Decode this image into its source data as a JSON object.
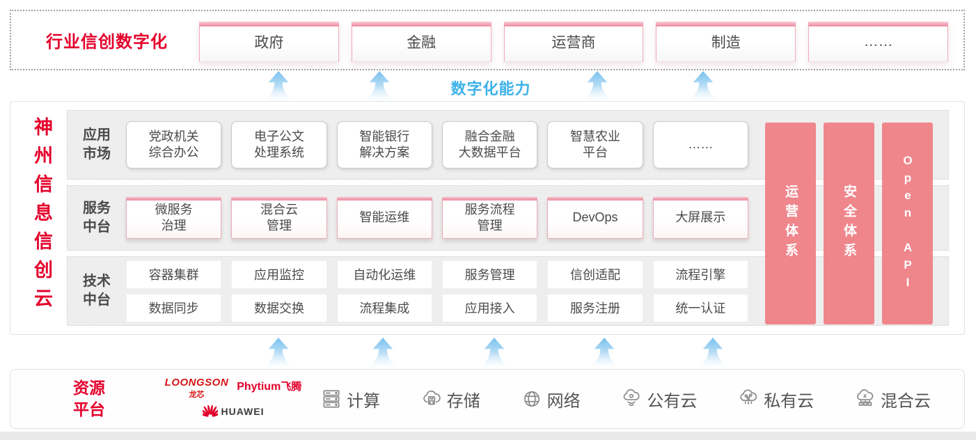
{
  "colors": {
    "brand_red": "#e4002b",
    "pillar_pink": "#ef868c",
    "capability_blue": "#3db2e8",
    "row_gray": "#eeeeee"
  },
  "top_band": {
    "label": "行业信创数字化",
    "industries": [
      "政府",
      "金融",
      "运营商",
      "制造",
      "……"
    ]
  },
  "capability": {
    "label": "数字化能力"
  },
  "platform": {
    "title": "神州信息信创云",
    "app_row": {
      "label": "应用\n市场",
      "items": [
        "党政机关\n综合办公",
        "电子公文\n处理系统",
        "智能银行\n解决方案",
        "融合金融\n大数据平台",
        "智慧农业\n平台",
        "……"
      ]
    },
    "service_row": {
      "label": "服务\n中台",
      "items": [
        "微服务\n治理",
        "混合云\n管理",
        "智能运维",
        "服务流程\n管理",
        "DevOps",
        "大屏展示"
      ]
    },
    "tech_row": {
      "label": "技术\n中台",
      "items_top": [
        "容器集群",
        "应用监控",
        "自动化运维",
        "服务管理",
        "信创适配",
        "流程引擎"
      ],
      "items_bottom": [
        "数据同步",
        "数据交换",
        "流程集成",
        "应用接入",
        "服务注册",
        "统一认证"
      ]
    },
    "pillars": [
      "运营体系",
      "安全体系",
      "Open API"
    ]
  },
  "resources": {
    "label": "资源\n平台",
    "vendors": {
      "loongson": {
        "name": "LOONGSON",
        "sub": "龙芯"
      },
      "phytium": {
        "name": "Phytium",
        "sub": "飞腾"
      },
      "huawei": {
        "name": "HUAWEI"
      }
    },
    "items": [
      {
        "label": "计算"
      },
      {
        "label": "存储"
      },
      {
        "label": "网络"
      },
      {
        "label": "公有云"
      },
      {
        "label": "私有云"
      },
      {
        "label": "混合云"
      }
    ]
  }
}
